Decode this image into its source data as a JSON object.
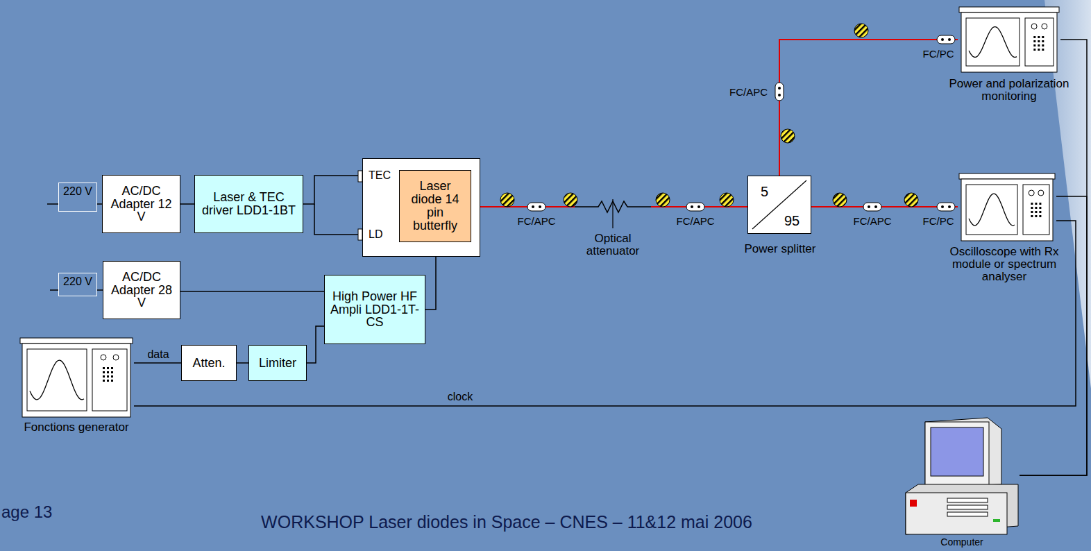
{
  "diagram": {
    "nodes": [
      {
        "text": [
          "Power and polarization monitoring"
        ]
      },
      {
        "text": [
          "220 V"
        ]
      },
      {
        "text": [
          "AC/DC Adapter 12 V"
        ]
      },
      {
        "text": [
          "Laser & TEC driver LDD1-1BT"
        ]
      },
      {
        "text": [
          "TEC",
          "LD"
        ]
      },
      {
        "text": [
          "Laser diode 14 pin butterfly"
        ],
        "in": 4
      },
      {
        "text": [
          "Optical attenuator"
        ]
      },
      {
        "text": [
          "5",
          "95",
          "Power splitter"
        ]
      },
      {
        "text": [
          "Oscilloscope with Rx module or spectrum analyser"
        ]
      },
      {
        "text": [
          "220 V"
        ]
      },
      {
        "text": [
          "AC/DC Adapter 28 V"
        ]
      },
      {
        "text": [
          "High Power HF Ampli LDD1-1T-CS"
        ]
      },
      {
        "text": [
          "Fonctions generator"
        ]
      },
      {
        "text": [
          "Atten."
        ]
      },
      {
        "text": [
          "Limiter"
        ]
      },
      {
        "text": [
          "Computer"
        ]
      }
    ],
    "edges": [
      {
        "from": 1,
        "to": 2,
        "arrow": "none"
      },
      {
        "from": 2,
        "to": 3,
        "arrow": "none"
      },
      {
        "from": 3,
        "to": 4,
        "arrow": "none"
      },
      {
        "from": 5,
        "to": 6,
        "label": "FC/APC",
        "arrow": "none"
      },
      {
        "from": 6,
        "to": 7,
        "label": "FC/APC",
        "arrow": "none"
      },
      {
        "from": 7,
        "to": 0,
        "label": "FC/APC",
        "arrow": "none"
      },
      {
        "from": 7,
        "to": 8,
        "label": "FC/APC",
        "arrow": "none"
      },
      {
        "from": 9,
        "to": 10,
        "arrow": "none"
      },
      {
        "from": 10,
        "to": 11,
        "arrow": "none"
      },
      {
        "from": 11,
        "to": 5,
        "arrow": "none"
      },
      {
        "from": 12,
        "to": 13,
        "label": "data",
        "arrow": "none"
      },
      {
        "from": 13,
        "to": 14,
        "arrow": "none"
      },
      {
        "from": 14,
        "to": 11,
        "arrow": "none"
      },
      {
        "from": 12,
        "to": 8,
        "label": "clock",
        "arrow": "none"
      },
      {
        "from": 0,
        "to": 15,
        "arrow": "none"
      },
      {
        "from": 8,
        "to": 15,
        "arrow": "none"
      }
    ],
    "labels": [
      "FC/PC",
      "FC/PC",
      "age 13",
      "WORKSHOP Laser diodes in Space – CNES – 11&12 mai 2006"
    ]
  }
}
